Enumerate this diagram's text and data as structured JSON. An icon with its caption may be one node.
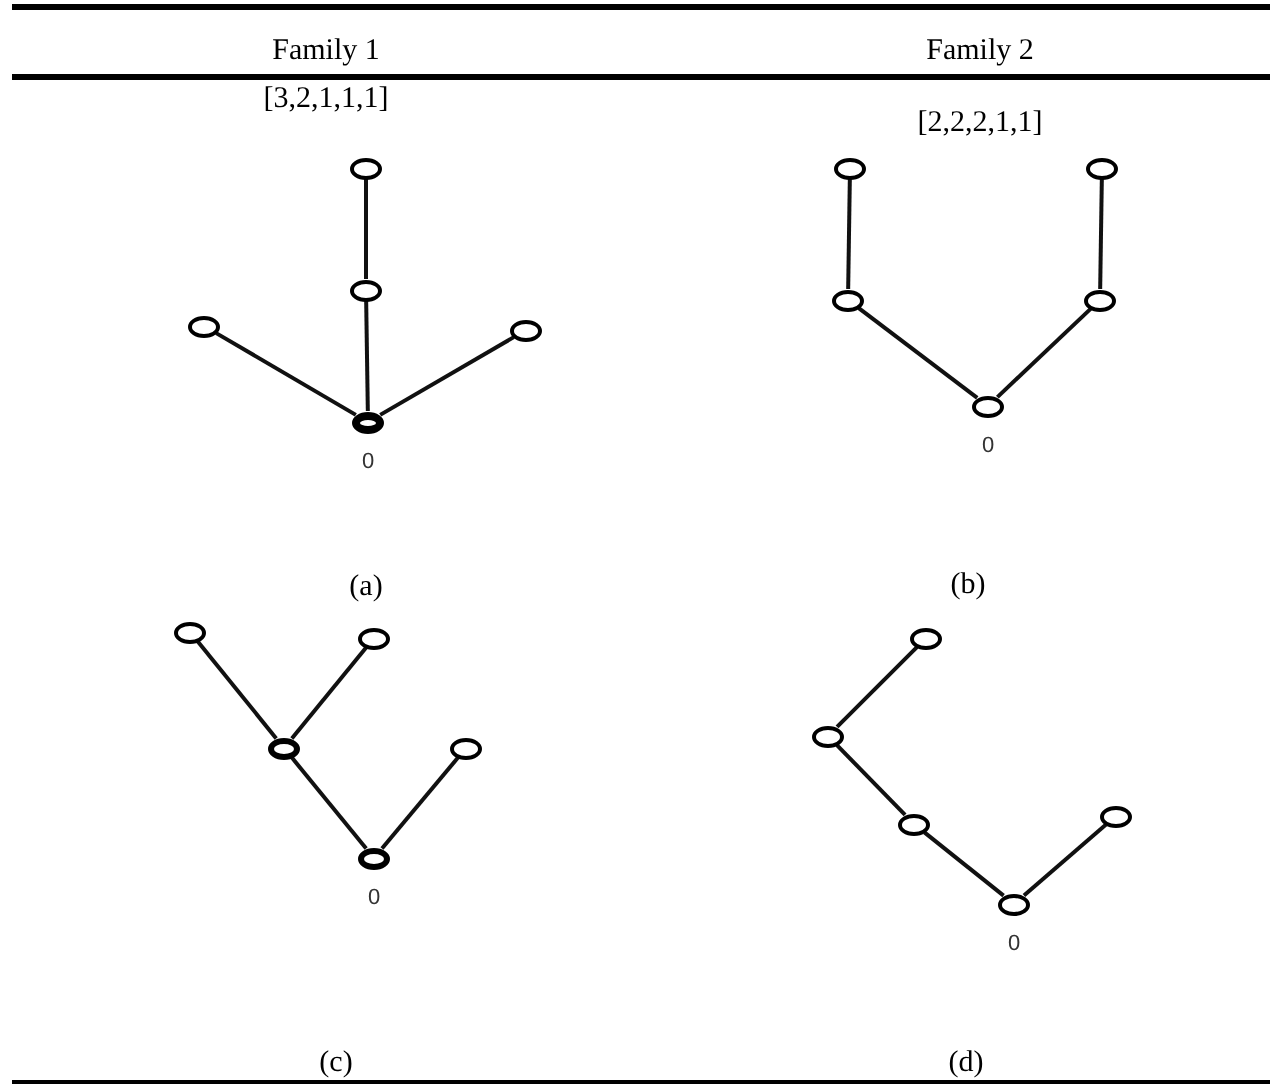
{
  "diagram": {
    "nodes": [
      {
        "text": [],
        "shape": "circle"
      },
      {
        "text": [],
        "shape": "circle"
      },
      {
        "text": [],
        "shape": "circle"
      },
      {
        "text": [],
        "shape": "circle"
      },
      {
        "text": [],
        "shape": "circle",
        "beside": [
          "0"
        ]
      },
      {
        "text": [],
        "shape": "circle"
      },
      {
        "text": [],
        "shape": "circle"
      },
      {
        "text": [],
        "shape": "circle"
      },
      {
        "text": [],
        "shape": "circle"
      },
      {
        "text": [],
        "shape": "circle",
        "beside": [
          "0"
        ]
      },
      {
        "text": [],
        "shape": "circle"
      },
      {
        "text": [],
        "shape": "circle"
      },
      {
        "text": [],
        "shape": "circle"
      },
      {
        "text": [],
        "shape": "circle"
      },
      {
        "text": [],
        "shape": "circle",
        "beside": [
          "0"
        ]
      },
      {
        "text": [],
        "shape": "circle"
      },
      {
        "text": [],
        "shape": "circle"
      },
      {
        "text": [],
        "shape": "circle"
      },
      {
        "text": [],
        "shape": "circle"
      },
      {
        "text": [],
        "shape": "circle",
        "beside": [
          "0"
        ]
      }
    ],
    "edges": [
      {
        "from": 4,
        "to": 2,
        "arrow": "none"
      },
      {
        "from": 4,
        "to": 1,
        "arrow": "none"
      },
      {
        "from": 1,
        "to": 0,
        "arrow": "none"
      },
      {
        "from": 4,
        "to": 3,
        "arrow": "none"
      },
      {
        "from": 5,
        "to": 6,
        "arrow": "none"
      },
      {
        "from": 6,
        "to": 9,
        "arrow": "none"
      },
      {
        "from": 9,
        "to": 8,
        "arrow": "none"
      },
      {
        "from": 8,
        "to": 7,
        "arrow": "none"
      },
      {
        "from": 10,
        "to": 12,
        "arrow": "none"
      },
      {
        "from": 11,
        "to": 12,
        "arrow": "none"
      },
      {
        "from": 12,
        "to": 14,
        "arrow": "none"
      },
      {
        "from": 14,
        "to": 13,
        "arrow": "none"
      },
      {
        "from": 15,
        "to": 16,
        "arrow": "none"
      },
      {
        "from": 16,
        "to": 17,
        "arrow": "none"
      },
      {
        "from": 17,
        "to": 19,
        "arrow": "none"
      },
      {
        "from": 19,
        "to": 18,
        "arrow": "none"
      }
    ],
    "labels": [
      "Family 1",
      "Family 2",
      "[3,2,1,1,1]",
      "[2,2,2,1,1]",
      "(a)",
      "(b)",
      "(c)",
      "(d)"
    ]
  }
}
